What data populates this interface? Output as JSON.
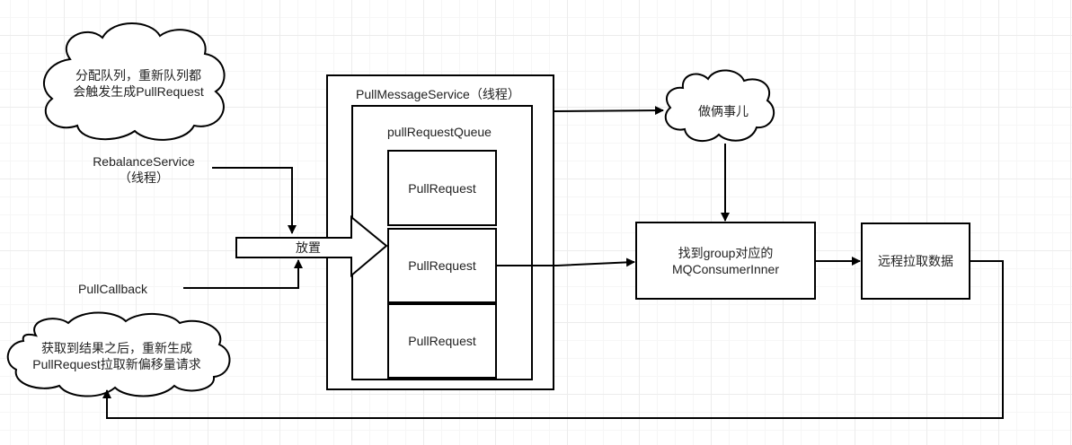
{
  "clouds": {
    "allocate": [
      "分配队列，重新队列都",
      "会触发生成PullRequest"
    ],
    "two_things": "做俩事儿",
    "after_result": [
      "获取到结果之后，重新生成",
      "PullRequest拉取新偏移量请求"
    ]
  },
  "sources": {
    "rebalance": [
      "RebalanceService",
      "（线程）"
    ],
    "callback": "PullCallback"
  },
  "put_arrow_label": "放置",
  "service": {
    "title": "PullMessageService（线程）",
    "queue_title": "pullRequestQueue",
    "items": [
      "PullRequest",
      "PullRequest",
      "PullRequest"
    ]
  },
  "steps": {
    "find_consumer": [
      "找到group对应的",
      "MQConsumerInner"
    ],
    "remote_pull": "远程拉取数据"
  },
  "colors": {
    "stroke": "#000000",
    "text": "#222222",
    "background": "#ffffff"
  }
}
